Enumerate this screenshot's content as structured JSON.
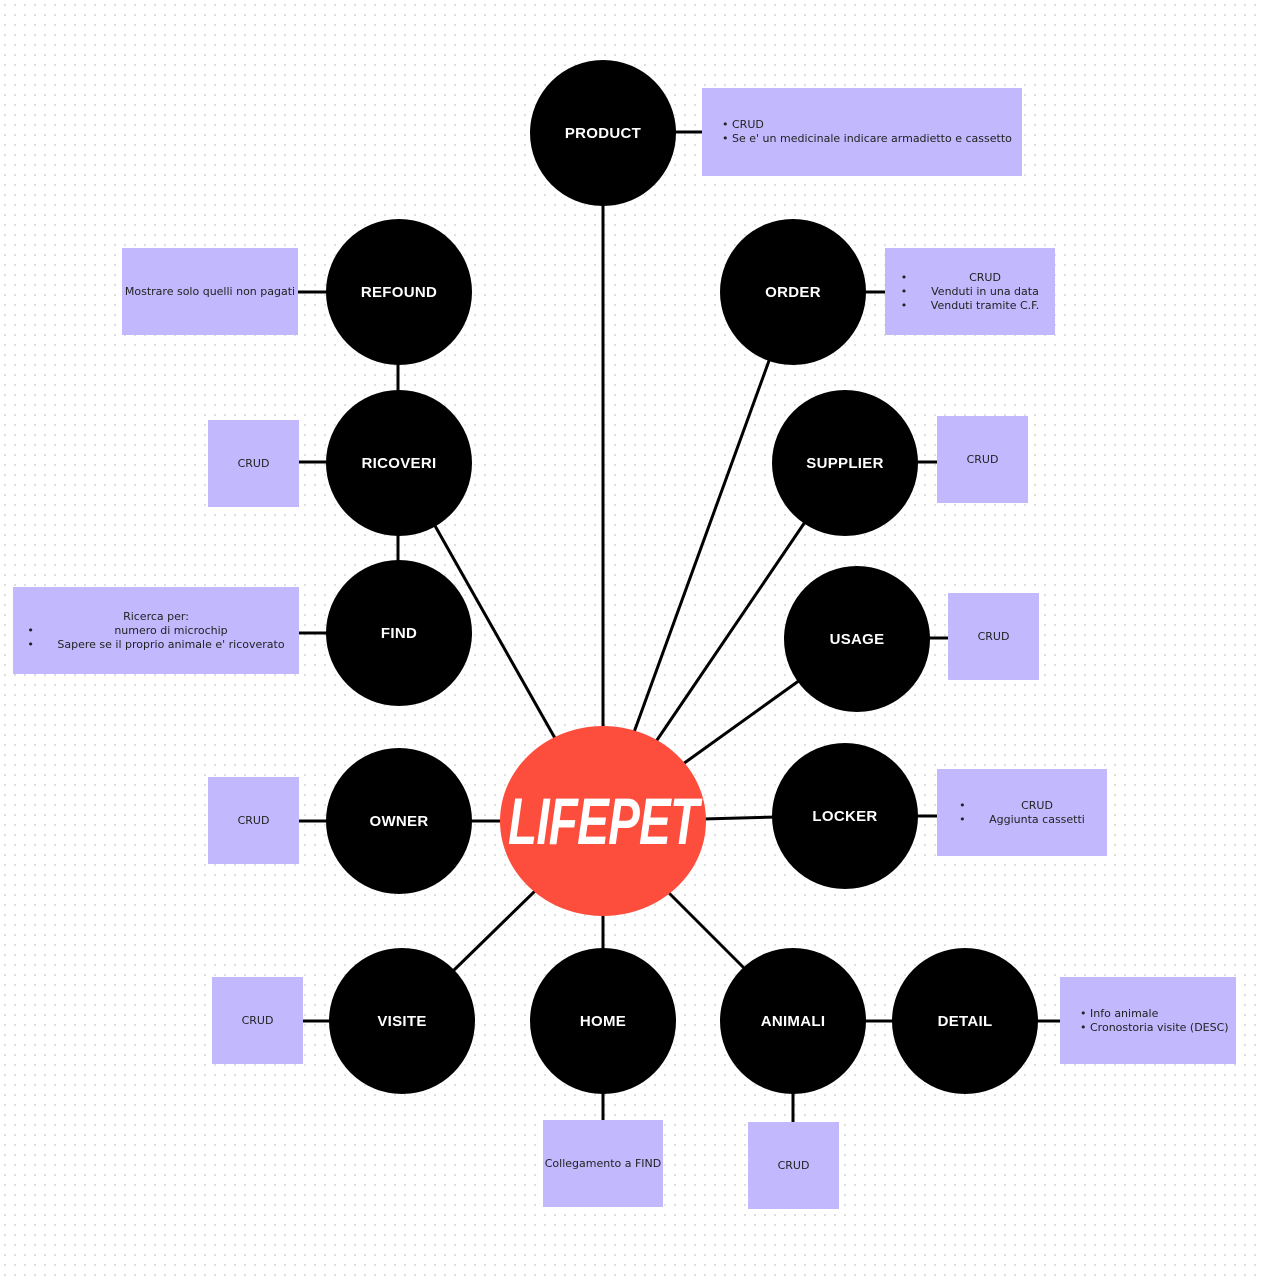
{
  "center": {
    "label": "LIFEPET"
  },
  "nodes": {
    "product": "PRODUCT",
    "refound": "REFOUND",
    "order": "ORDER",
    "ricoveri": "RICOVERI",
    "supplier": "SUPPLIER",
    "find": "FIND",
    "usage": "USAGE",
    "owner": "OWNER",
    "locker": "LOCKER",
    "visite": "VISITE",
    "home": "HOME",
    "animali": "ANIMALI",
    "detail": "DETAIL"
  },
  "notes": {
    "product": [
      "CRUD",
      "Se e' un medicinale indicare armadietto e cassetto"
    ],
    "refound": "Mostrare solo quelli non pagati",
    "order": [
      "CRUD",
      "Venduti in una data",
      "Venduti tramite C.F."
    ],
    "ricoveri": "CRUD",
    "supplier": "CRUD",
    "find": {
      "title": "Ricerca per:",
      "items": [
        "numero di microchip",
        "Sapere se il proprio animale e' ricoverato"
      ]
    },
    "usage": "CRUD",
    "owner": "CRUD",
    "locker": [
      "CRUD",
      "Aggiunta cassetti"
    ],
    "visite": "CRUD",
    "home": "Collegamento a FIND",
    "animali": "CRUD",
    "detail": [
      "Info animale",
      "Cronostoria visite (DESC)"
    ]
  },
  "colors": {
    "center": "#fd4d3d",
    "node": "#000000",
    "note": "#c2b8fd",
    "edge": "#000000"
  }
}
